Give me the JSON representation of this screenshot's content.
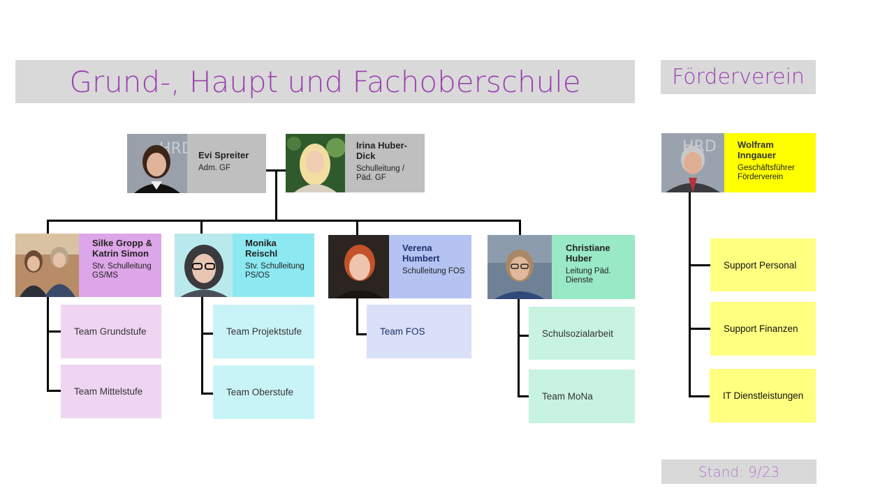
{
  "school": {
    "title": "Grund-, Haupt und Fachoberschule"
  },
  "verein": {
    "title": "Förderverein"
  },
  "leaders": [
    {
      "name": "Evi Spreiter",
      "role": "Adm. GF"
    },
    {
      "name": "Irina Huber-Dick",
      "role": "Schulleitung / Päd. GF"
    }
  ],
  "heads": [
    {
      "name": "Silke Gropp & Katrin Simon",
      "role": "Stv. Schulleitung GS/MS"
    },
    {
      "name": "Monika Reischl",
      "role": "Stv. Schulleitung PS/OS"
    },
    {
      "name": "Verena Humbert",
      "role": "Schulleitung FOS"
    },
    {
      "name": "Christiane Huber",
      "role": "Leitung Päd. Dienste"
    }
  ],
  "teams": {
    "gsms": [
      "Team Grundstufe",
      "Team Mittelstufe"
    ],
    "psos": [
      "Team Projektstufe",
      "Team Oberstufe"
    ],
    "fos": [
      "Team FOS"
    ],
    "dienste": [
      "Schulsozialarbeit",
      "Team MoNa"
    ]
  },
  "verein_head": {
    "name": "Wolfram Inngauer",
    "role": "Geschäftsführer Förderverein"
  },
  "support": [
    "Support Personal",
    "Support Finanzen",
    "IT Dienstleistungen"
  ],
  "stand": "Stand: 9/23",
  "colors": {
    "title_text": "#9b3fb0",
    "gray_box": "#bfbfbf",
    "gsms_head": "#dda6e8",
    "gsms_team": "#efd5f2",
    "psos_head": "#8ce9f2",
    "psos_team": "#c9f4f7",
    "fos_head": "#b4c3f2",
    "fos_team": "#d9e0f8",
    "dienste_head": "#99e8c6",
    "dienste_team": "#c7f3e0",
    "verein_head": "#ffff00",
    "support": "#ffff80"
  }
}
